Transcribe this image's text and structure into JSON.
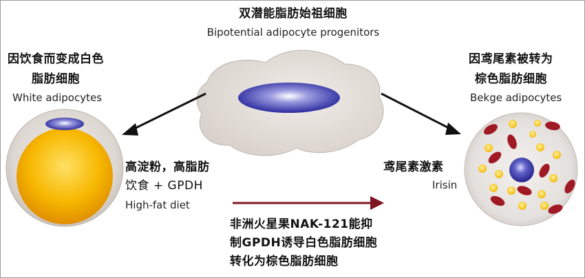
{
  "top": {
    "title_zh": "双潜能脂肪始祖细胞",
    "title_en": "Bipotential adipocyte progenitors"
  },
  "left_cell": {
    "label_zh_line1": "因饮食而变成白色",
    "label_zh_line2": "脂肪细胞",
    "label_en": "White adipocytes"
  },
  "right_cell": {
    "label_zh_line1": "因鸢尾素被转为",
    "label_zh_line2": "棕色脂肪细胞",
    "label_en": "Bekge adipocytes"
  },
  "diet": {
    "zh_line1": "高淀粉，高脂肪",
    "zh_line2": "饮食 + GPDH",
    "en": "High-fat diet"
  },
  "irisin": {
    "zh": "鸢尾素激素",
    "en": "Irisin"
  },
  "bottom_note": {
    "line1": "非洲火星果NAK-121能抑",
    "line2": "制GPDH诱导白色脂肪细胞",
    "line3": "转化为棕色脂肪细胞"
  },
  "colors": {
    "progenitor_fill": "#e3ddd8",
    "nucleus": "#2b2b9e",
    "white_fat": "#f4b400",
    "mitochondria": "#a01a26",
    "lipid_droplet": "#ffcc00",
    "arrow_dark": "#111111",
    "arrow_red": "#7e1622"
  }
}
